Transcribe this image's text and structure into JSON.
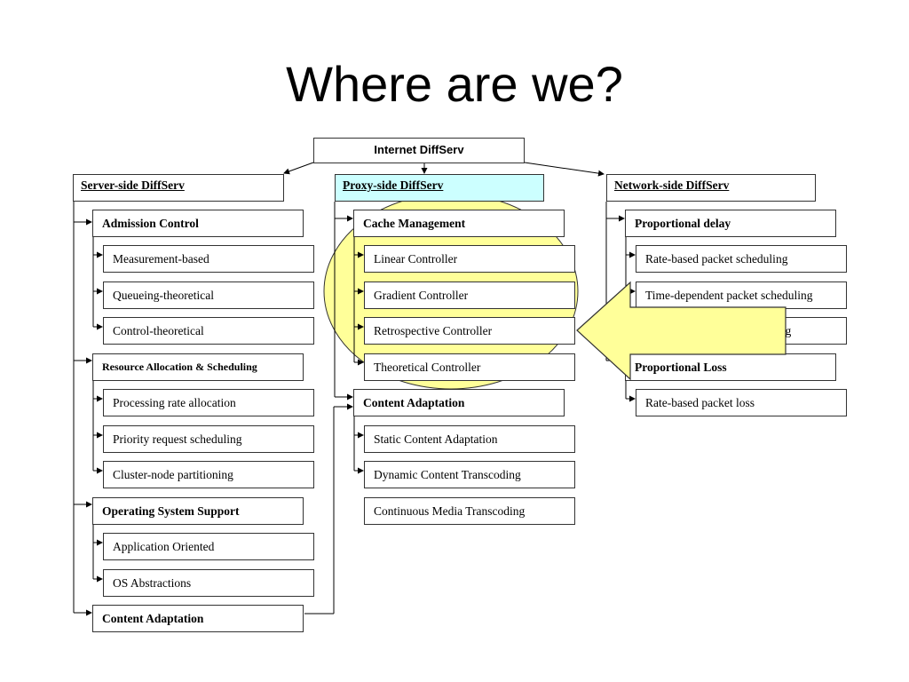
{
  "slide": {
    "title": "Where are we?"
  },
  "colors": {
    "highlight": "#ffff99",
    "proxy_fill": "#ccffff",
    "line": "#000000"
  },
  "root": "Internet DiffServ",
  "server": {
    "heading": "Server-side DiffServ",
    "admission": {
      "label": "Admission Control",
      "items": [
        "Measurement-based",
        "Queueing-theoretical",
        "Control-theoretical"
      ]
    },
    "resource": {
      "label": "Resource Allocation & Scheduling",
      "items": [
        "Processing rate allocation",
        "Priority request scheduling",
        "Cluster-node partitioning"
      ]
    },
    "os": {
      "label": "Operating System Support",
      "items": [
        "Application Oriented",
        "OS Abstractions"
      ]
    },
    "content": {
      "label": "Content Adaptation"
    }
  },
  "proxy": {
    "heading": "Proxy-side DiffServ",
    "cache": {
      "label": "Cache Management",
      "items": [
        "Linear Controller",
        "Gradient Controller",
        "Retrospective Controller",
        "Theoretical Controller"
      ]
    },
    "content": {
      "label": "Content Adaptation",
      "items": [
        "Static Content Adaptation",
        "Dynamic Content Transcoding",
        "Continuous Media Transcoding"
      ]
    }
  },
  "network": {
    "heading": "Network-side DiffServ",
    "delay": {
      "label": "Proportional delay",
      "items": [
        "Rate-based packet scheduling",
        "Time-dependent packet scheduling",
        "ing"
      ]
    },
    "loss": {
      "label": "Proportional Loss",
      "items": [
        "Rate-based packet loss"
      ]
    }
  }
}
